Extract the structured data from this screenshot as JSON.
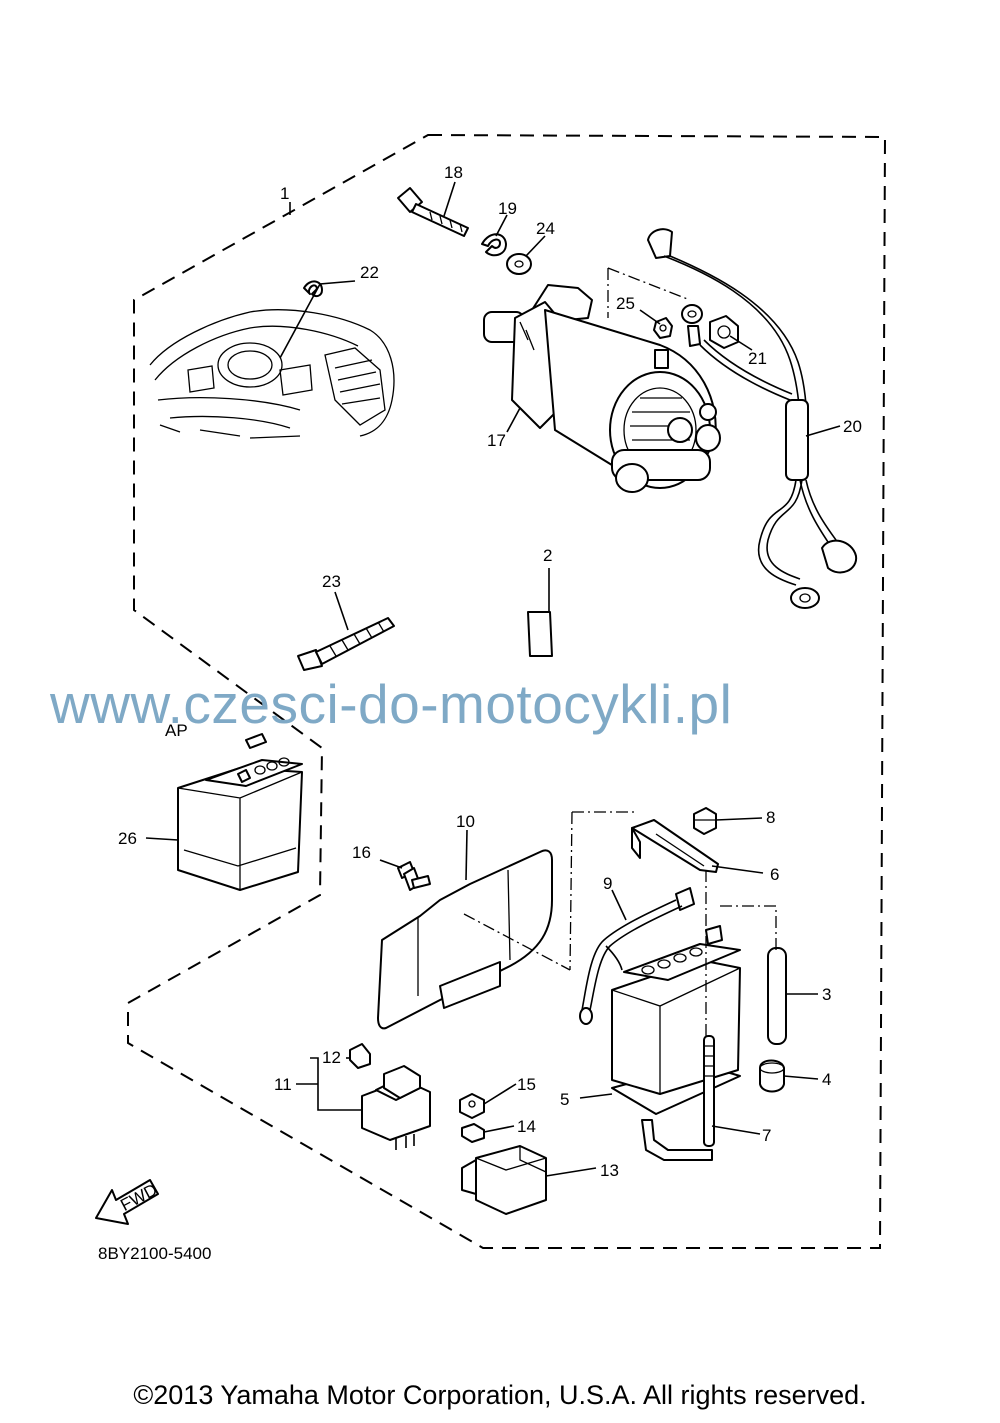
{
  "diagram": {
    "parts": {
      "p1": "1",
      "p2": "2",
      "p3": "3",
      "p4": "4",
      "p5": "5",
      "p6": "6",
      "p7": "7",
      "p8": "8",
      "p9": "9",
      "p10": "10",
      "p11": "11",
      "p12": "12",
      "p13": "13",
      "p14": "14",
      "p15": "15",
      "p16": "16",
      "p17": "17",
      "p18": "18",
      "p19": "19",
      "p20": "20",
      "p21": "21",
      "p22": "22",
      "p23": "23",
      "p24": "24",
      "p25": "25",
      "p26": "26"
    },
    "ap_label": "AP",
    "fwd_label": "FWD",
    "catalog_code": "8BY2100-5400"
  },
  "watermark": "www.czesci-do-motocykli.pl",
  "copyright": "©2013 Yamaha Motor Corporation, U.S.A. All rights reserved."
}
